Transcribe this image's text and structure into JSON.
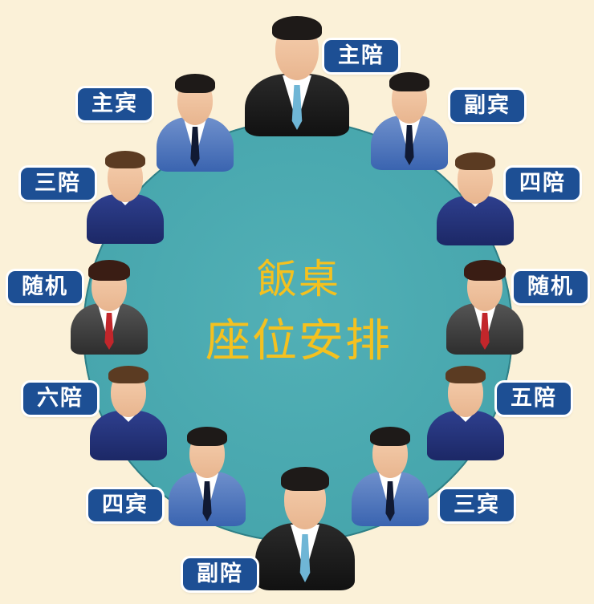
{
  "diagram": {
    "title_line1": "飯桌",
    "title_line2": "座位安排",
    "colors": {
      "background": "#fbf1d8",
      "table": "#4aa8af",
      "title": "#f4c11f",
      "label_bg": "#1d4f94",
      "label_text": "#ffffff"
    },
    "seats": [
      {
        "id": "host",
        "label": "主陪",
        "position": "top"
      },
      {
        "id": "deputy-guest",
        "label": "副宾",
        "position": "top-right"
      },
      {
        "id": "fourth-companion",
        "label": "四陪",
        "position": "right-upper"
      },
      {
        "id": "random-right",
        "label": "随机",
        "position": "right"
      },
      {
        "id": "fifth-companion",
        "label": "五陪",
        "position": "right-lower"
      },
      {
        "id": "third-guest",
        "label": "三宾",
        "position": "bottom-right"
      },
      {
        "id": "deputy-host",
        "label": "副陪",
        "position": "bottom"
      },
      {
        "id": "fourth-guest",
        "label": "四宾",
        "position": "bottom-left"
      },
      {
        "id": "sixth-companion",
        "label": "六陪",
        "position": "left-lower"
      },
      {
        "id": "random-left",
        "label": "随机",
        "position": "left"
      },
      {
        "id": "third-companion",
        "label": "三陪",
        "position": "left-upper"
      },
      {
        "id": "main-guest",
        "label": "主宾",
        "position": "top-left"
      }
    ]
  }
}
